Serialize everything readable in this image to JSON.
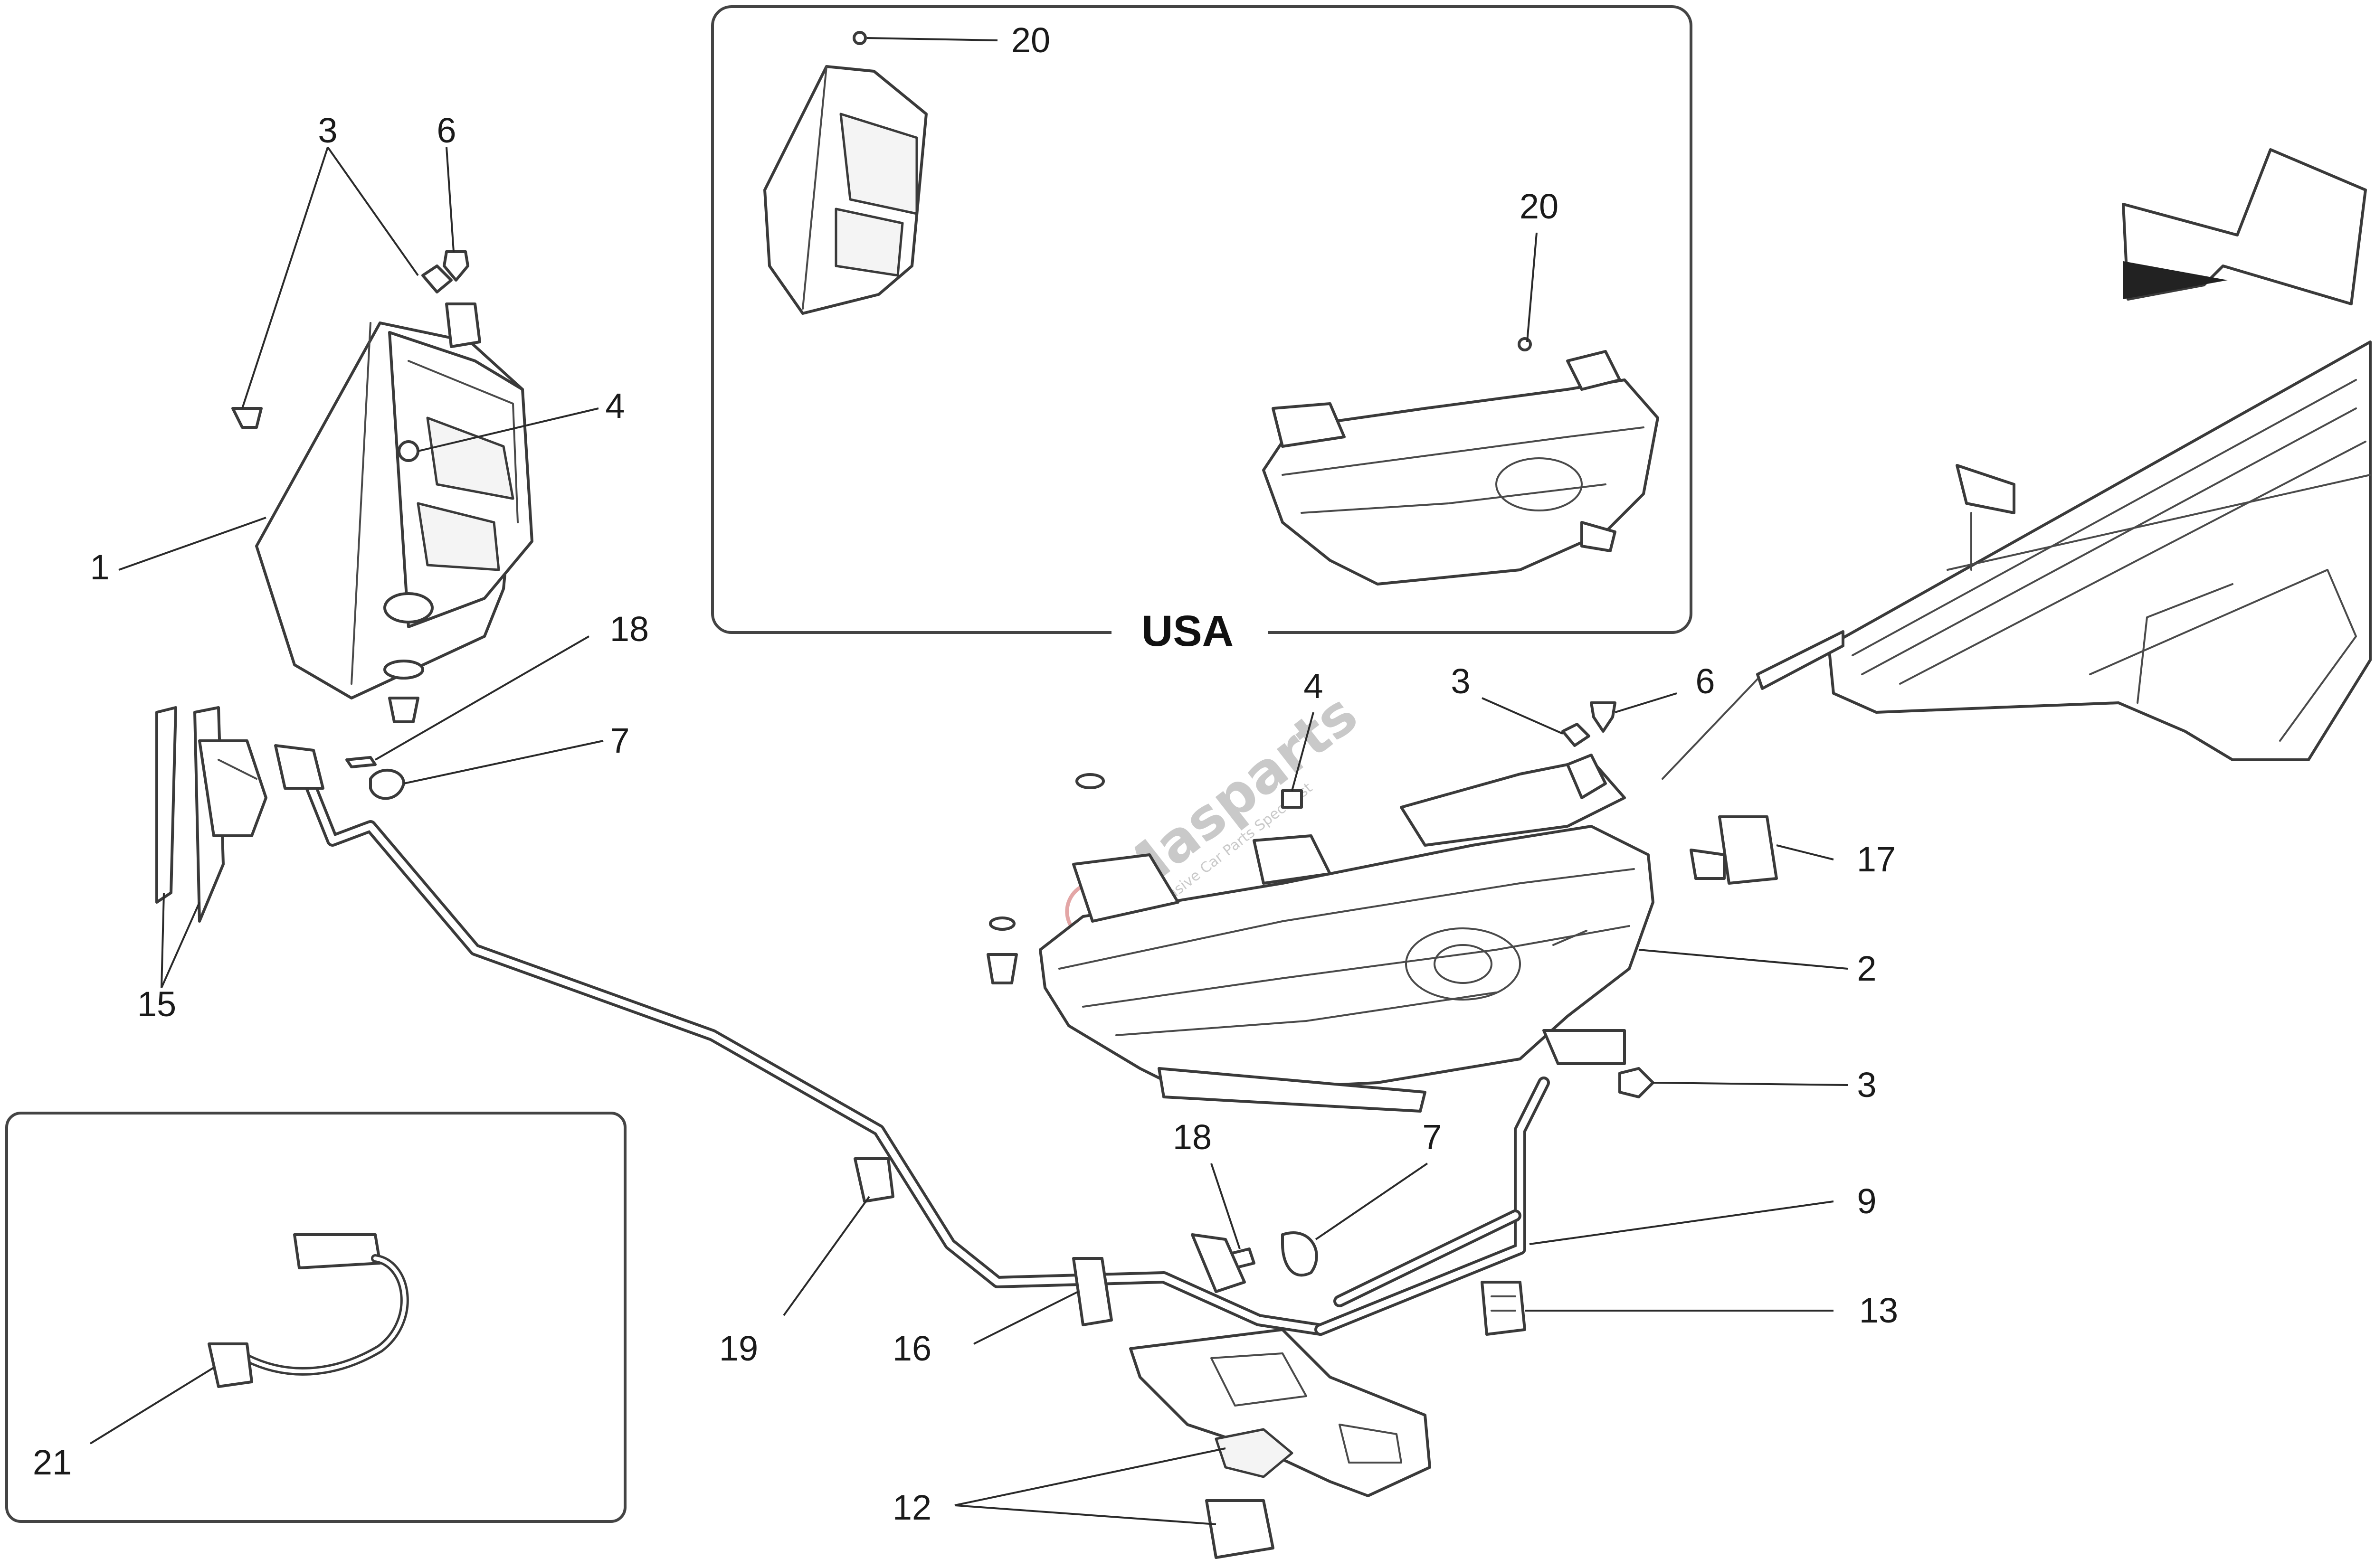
{
  "diagram": {
    "region_label": "USA",
    "watermark": {
      "brand": "Masparts",
      "tagline": "Exclusive Car Parts Specialist"
    },
    "callouts": [
      {
        "id": "c1",
        "label": "1"
      },
      {
        "id": "c2",
        "label": "2"
      },
      {
        "id": "c3a",
        "label": "3"
      },
      {
        "id": "c3b",
        "label": "3"
      },
      {
        "id": "c3c",
        "label": "3"
      },
      {
        "id": "c4a",
        "label": "4"
      },
      {
        "id": "c4b",
        "label": "4"
      },
      {
        "id": "c6a",
        "label": "6"
      },
      {
        "id": "c6b",
        "label": "6"
      },
      {
        "id": "c7a",
        "label": "7"
      },
      {
        "id": "c7b",
        "label": "7"
      },
      {
        "id": "c9",
        "label": "9"
      },
      {
        "id": "c12",
        "label": "12"
      },
      {
        "id": "c13",
        "label": "13"
      },
      {
        "id": "c15",
        "label": "15"
      },
      {
        "id": "c16",
        "label": "16"
      },
      {
        "id": "c17",
        "label": "17"
      },
      {
        "id": "c18a",
        "label": "18"
      },
      {
        "id": "c18b",
        "label": "18"
      },
      {
        "id": "c19",
        "label": "19"
      },
      {
        "id": "c20a",
        "label": "20"
      },
      {
        "id": "c20b",
        "label": "20"
      },
      {
        "id": "c21",
        "label": "21"
      }
    ]
  }
}
